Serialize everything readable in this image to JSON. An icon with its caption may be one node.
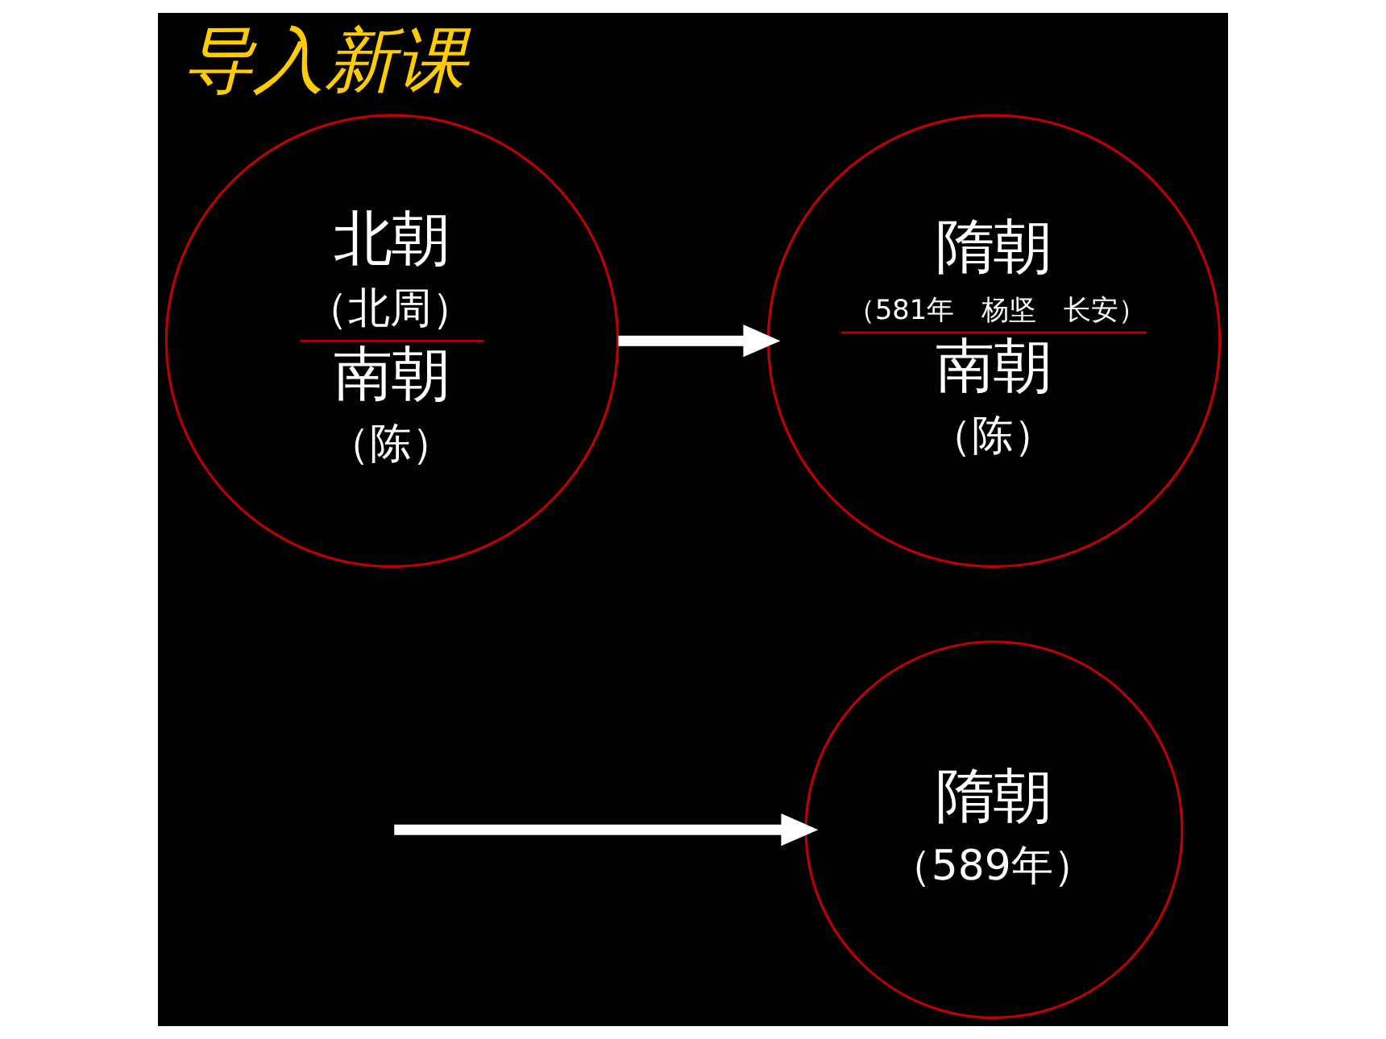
{
  "diagram": {
    "title": "导入新课",
    "nodes": [
      {
        "text": [
          "北朝",
          "（北周）",
          "南朝",
          "（陈）"
        ]
      },
      {
        "text": [
          "隋朝",
          "（581年　杨坚　长安）",
          "南朝",
          "（陈）"
        ]
      },
      {
        "text": [
          "隋朝",
          "（589年）"
        ]
      }
    ],
    "edges": [
      {
        "from": 0,
        "to": 1,
        "arrow": "to"
      },
      {
        "from": null,
        "to": 2,
        "arrow": "to"
      }
    ]
  }
}
